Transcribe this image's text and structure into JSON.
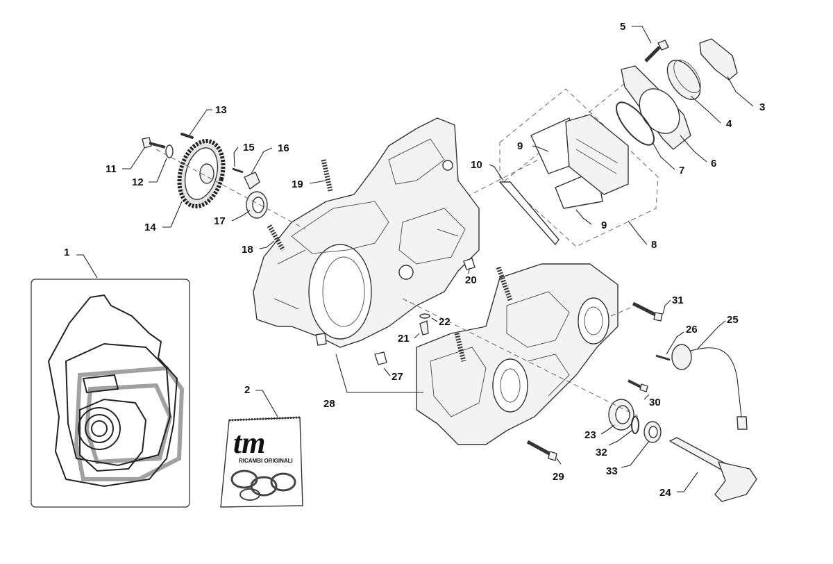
{
  "callouts": [
    {
      "id": "1",
      "label": "1"
    },
    {
      "id": "2",
      "label": "2"
    },
    {
      "id": "3",
      "label": "3"
    },
    {
      "id": "4",
      "label": "4"
    },
    {
      "id": "5",
      "label": "5"
    },
    {
      "id": "6",
      "label": "6"
    },
    {
      "id": "7",
      "label": "7"
    },
    {
      "id": "8",
      "label": "8"
    },
    {
      "id": "9a",
      "label": "9"
    },
    {
      "id": "9b",
      "label": "9"
    },
    {
      "id": "10",
      "label": "10"
    },
    {
      "id": "11",
      "label": "11"
    },
    {
      "id": "12",
      "label": "12"
    },
    {
      "id": "13",
      "label": "13"
    },
    {
      "id": "14",
      "label": "14"
    },
    {
      "id": "15",
      "label": "15"
    },
    {
      "id": "16",
      "label": "16"
    },
    {
      "id": "17",
      "label": "17"
    },
    {
      "id": "18",
      "label": "18"
    },
    {
      "id": "19",
      "label": "19"
    },
    {
      "id": "20",
      "label": "20"
    },
    {
      "id": "21",
      "label": "21"
    },
    {
      "id": "22",
      "label": "22"
    },
    {
      "id": "23",
      "label": "23"
    },
    {
      "id": "24",
      "label": "24"
    },
    {
      "id": "25",
      "label": "25"
    },
    {
      "id": "26",
      "label": "26"
    },
    {
      "id": "27",
      "label": "27"
    },
    {
      "id": "28",
      "label": "28"
    },
    {
      "id": "29",
      "label": "29"
    },
    {
      "id": "30",
      "label": "30"
    },
    {
      "id": "31",
      "label": "31"
    },
    {
      "id": "32",
      "label": "32"
    },
    {
      "id": "33",
      "label": "33"
    }
  ],
  "packet": {
    "brand": "tm",
    "caption": "RICAMBI ORIGINALI"
  },
  "colors": {
    "line": "#333333",
    "fill": "#f3f3f3",
    "background": "#ffffff"
  }
}
